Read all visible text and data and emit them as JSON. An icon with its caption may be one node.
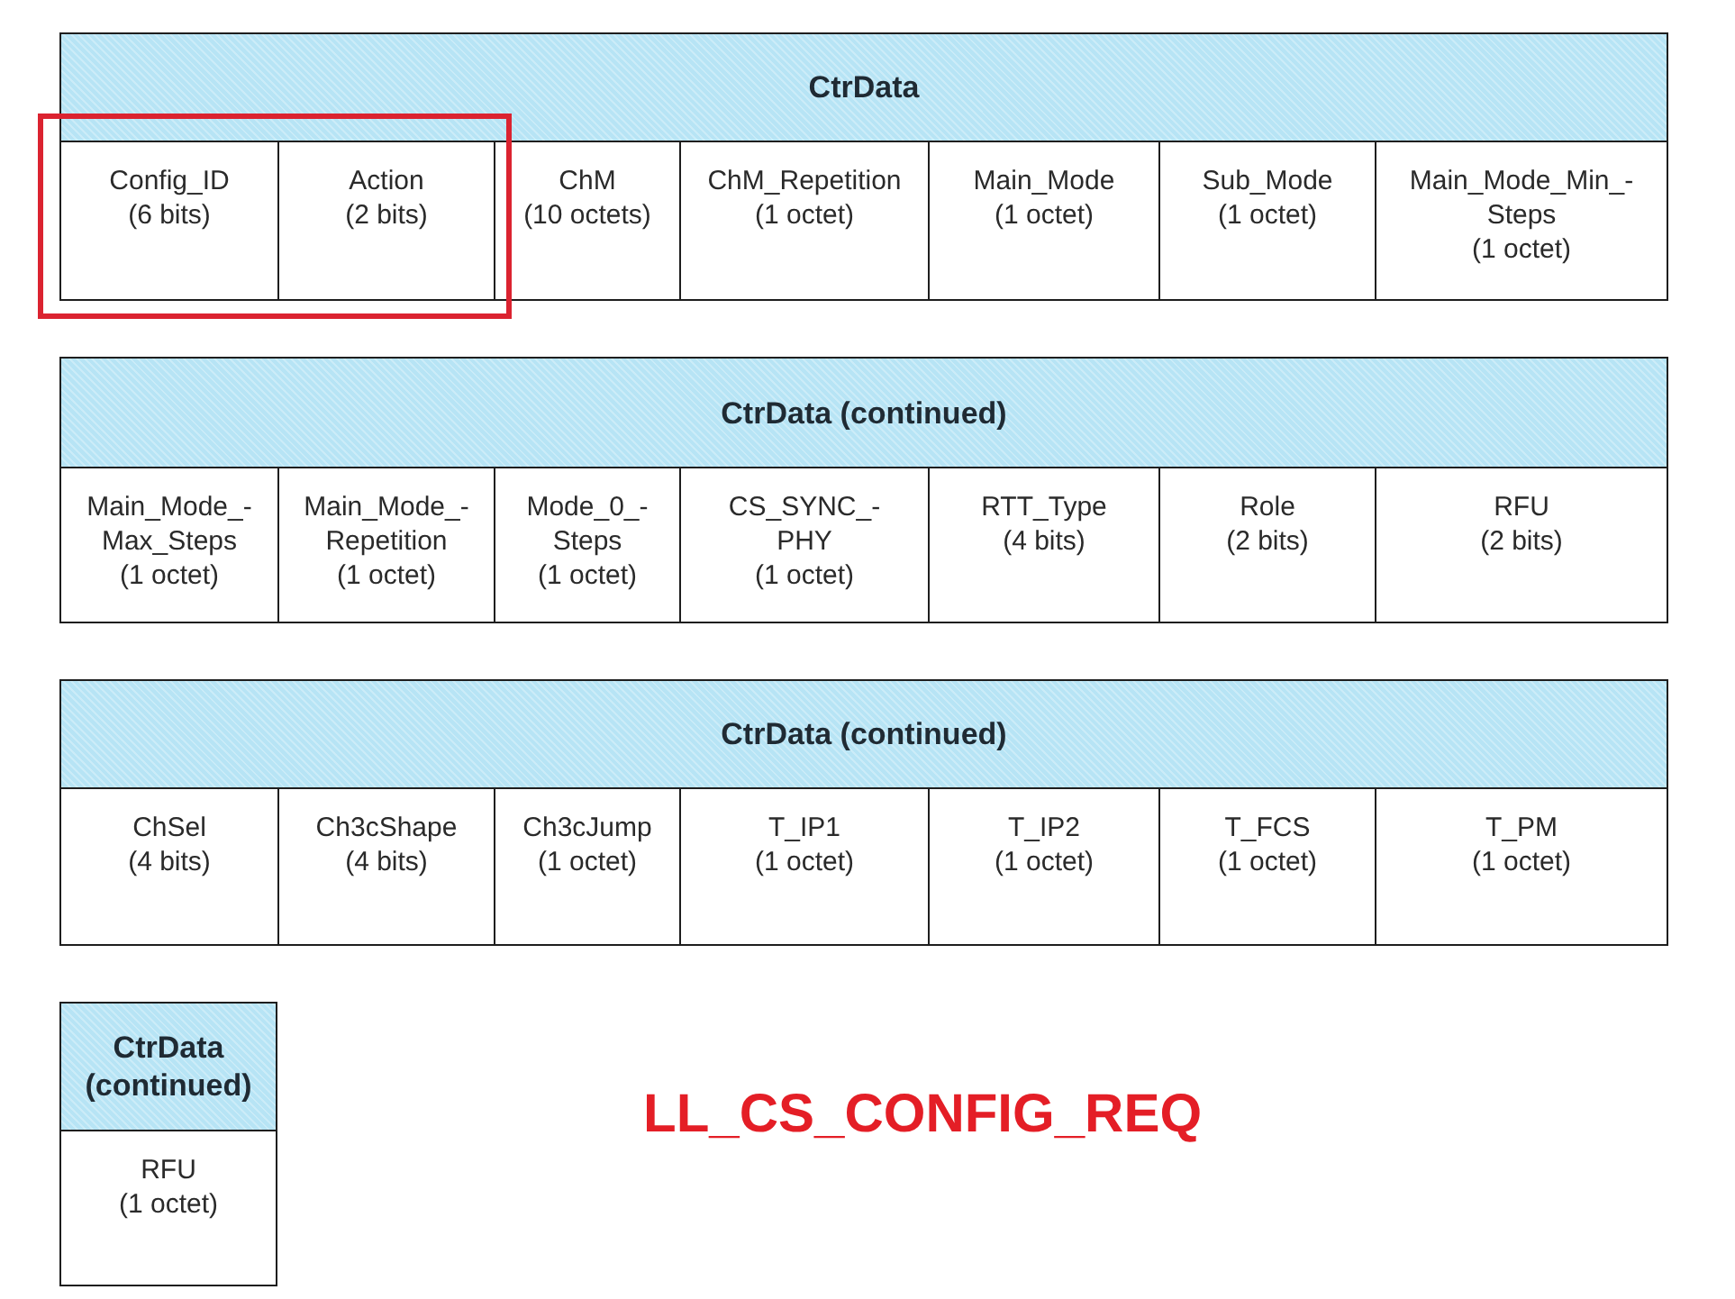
{
  "diagram": {
    "title": "LL_CS_CONFIG_REQ",
    "nodes": [
      {
        "text": [
          "CtrData"
        ]
      },
      {
        "text": [],
        "shape": "box"
      },
      {
        "text": [
          "Config_ID",
          "(6 bits)"
        ],
        "in": 1
      },
      {
        "text": [
          "Action",
          "(2 bits)"
        ],
        "in": 1
      },
      {
        "text": [
          "ChM",
          "(10 octets)"
        ],
        "in": 0
      },
      {
        "text": [
          "ChM_Repetition",
          "(1 octet)"
        ],
        "in": 0
      },
      {
        "text": [
          "Main_Mode",
          "(1 octet)"
        ],
        "in": 0
      },
      {
        "text": [
          "Sub_Mode",
          "(1 octet)"
        ],
        "in": 0
      },
      {
        "text": [
          "Main_Mode_Min_- Steps",
          "(1 octet)"
        ],
        "in": 0
      },
      {
        "text": [
          "CtrData (continued)"
        ]
      },
      {
        "text": [
          "Main_Mode_- Max_Steps",
          "(1 octet)"
        ],
        "in": 9
      },
      {
        "text": [
          "Main_Mode_- Repetition",
          "(1 octet)"
        ],
        "in": 9
      },
      {
        "text": [
          "Mode_0_- Steps",
          "(1 octet)"
        ],
        "in": 9
      },
      {
        "text": [
          "CS_SYNC_- PHY",
          "(1 octet)"
        ],
        "in": 9
      },
      {
        "text": [
          "RTT_Type",
          "(4 bits)"
        ],
        "in": 9
      },
      {
        "text": [
          "Role",
          "(2 bits)"
        ],
        "in": 9
      },
      {
        "text": [
          "RFU",
          "(2 bits)"
        ],
        "in": 9
      },
      {
        "text": [
          "CtrData (continued)"
        ]
      },
      {
        "text": [
          "ChSel",
          "(4 bits)"
        ],
        "in": 17
      },
      {
        "text": [
          "Ch3cShape",
          "(4 bits)"
        ],
        "in": 17
      },
      {
        "text": [
          "Ch3cJump",
          "(1 octet)"
        ],
        "in": 17
      },
      {
        "text": [
          "T_IP1",
          "(1 octet)"
        ],
        "in": 17
      },
      {
        "text": [
          "T_IP2",
          "(1 octet)"
        ],
        "in": 17
      },
      {
        "text": [
          "T_FCS",
          "(1 octet)"
        ],
        "in": 17
      },
      {
        "text": [
          "T_PM",
          "(1 octet)"
        ],
        "in": 17
      },
      {
        "text": [
          "CtrData (continued)"
        ]
      },
      {
        "text": [
          "RFU",
          "(1 octet)"
        ],
        "in": 25
      }
    ]
  }
}
